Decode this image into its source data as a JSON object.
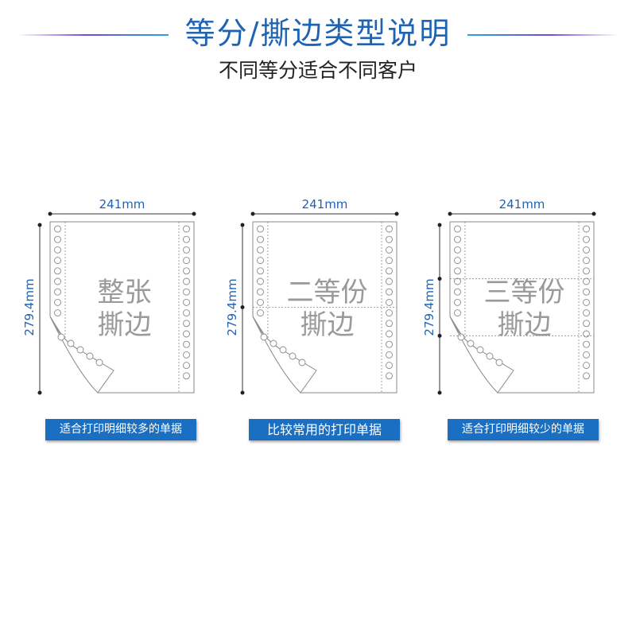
{
  "header": {
    "title": "等分/撕边类型说明",
    "subtitle": "不同等分适合不同客户"
  },
  "colors": {
    "title": "#1f63b3",
    "dimension": "#1f63b3",
    "caption_bg": "#1a6fc3",
    "label": "#9a9a9a",
    "paper_line": "#8a8a8a"
  },
  "panels": [
    {
      "width_label": "241mm",
      "height_label": "279.4mm",
      "label_line1": "整张",
      "label_line2": "撕边",
      "parts": 1,
      "caption": "适合打印明细较多的单据"
    },
    {
      "width_label": "241mm",
      "height_label": "279.4mm",
      "label_line1": "二等份",
      "label_line2": "撕边",
      "parts": 2,
      "caption": "比较常用的打印单据"
    },
    {
      "width_label": "241mm",
      "height_label": "279.4mm",
      "label_line1": "三等份",
      "label_line2": "撕边",
      "parts": 3,
      "caption": "适合打印明细较少的单据"
    }
  ]
}
